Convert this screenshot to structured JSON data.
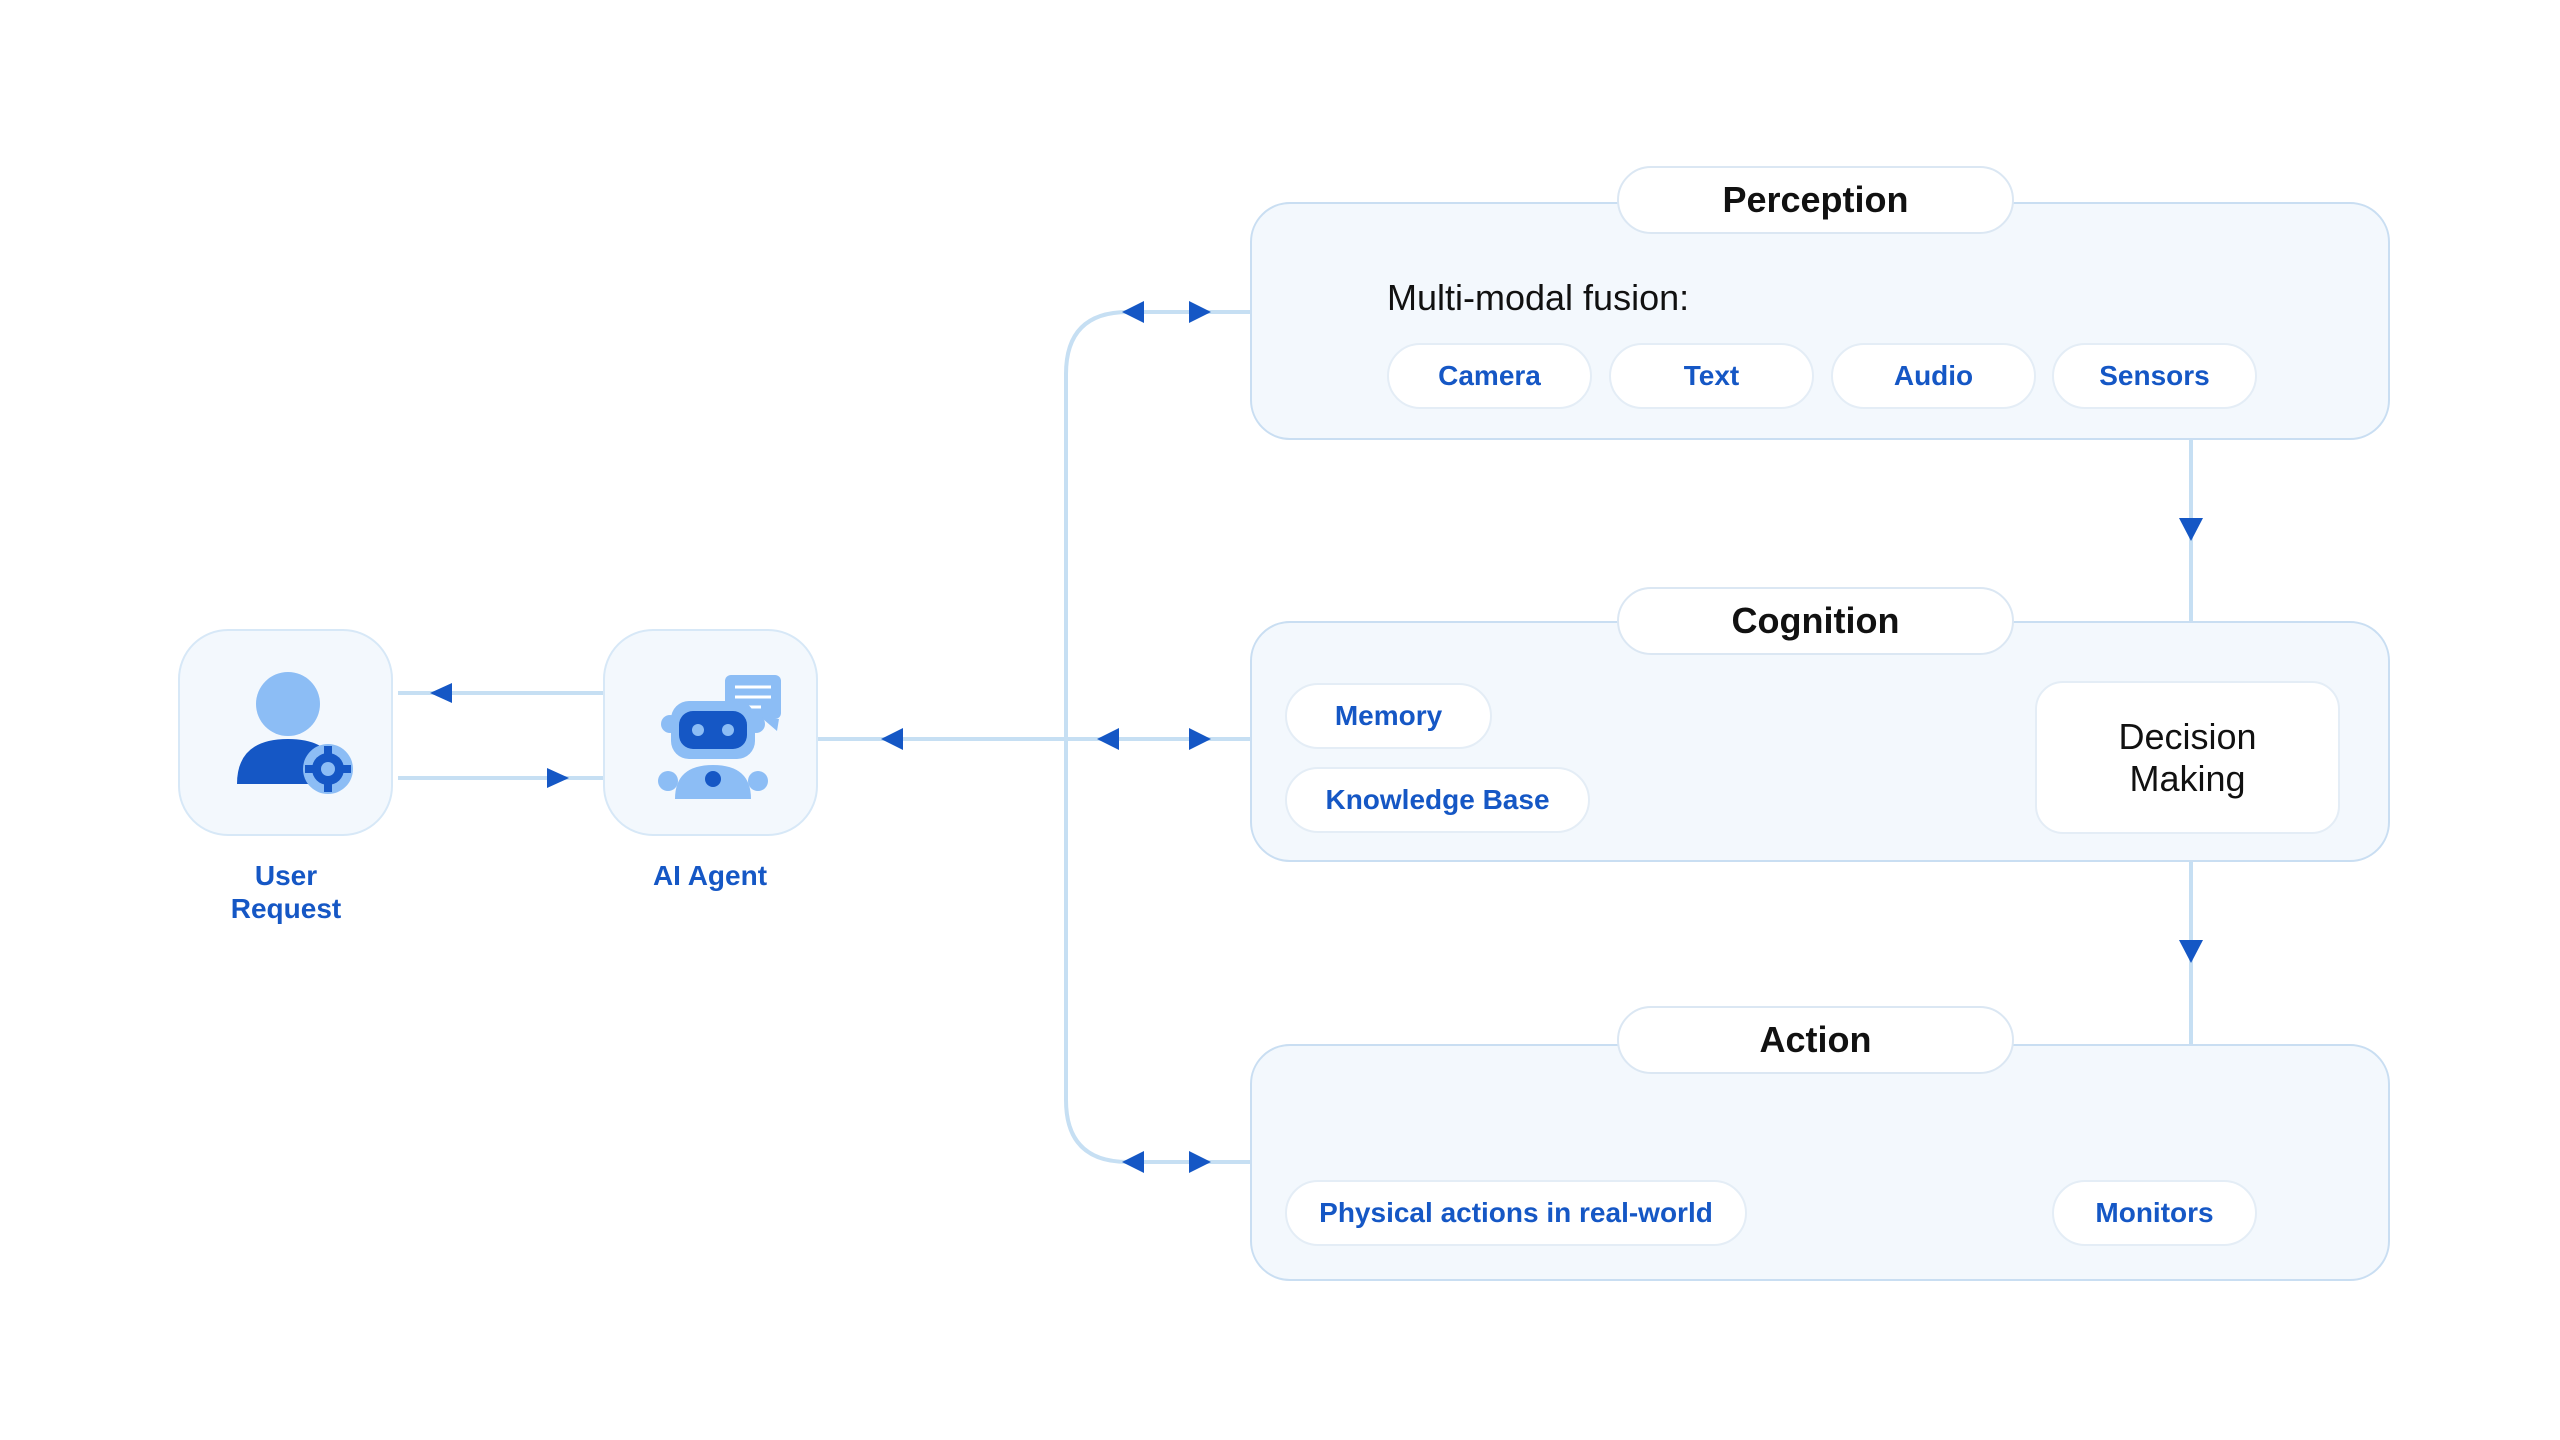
{
  "colors": {
    "connector_line": "#c6dff3",
    "arrowhead": "#1557c5",
    "panel_background": "#f3f8fd",
    "label_blue": "#1557c5"
  },
  "user_request": {
    "icon": "user-gear-icon",
    "label_line1": "User",
    "label_line2": "Request"
  },
  "ai_agent": {
    "icon": "robot-chat-icon",
    "label": "AI Agent"
  },
  "perception": {
    "title": "Perception",
    "subtitle": "Multi-modal fusion:",
    "inputs": [
      "Camera",
      "Text",
      "Audio",
      "Sensors"
    ]
  },
  "cognition": {
    "title": "Cognition",
    "sources": [
      "Memory",
      "Knowledge Base"
    ],
    "decision_line1": "Decision",
    "decision_line2": "Making"
  },
  "action": {
    "title": "Action",
    "outputs": [
      "Physical actions in real-world",
      "Monitors"
    ]
  }
}
